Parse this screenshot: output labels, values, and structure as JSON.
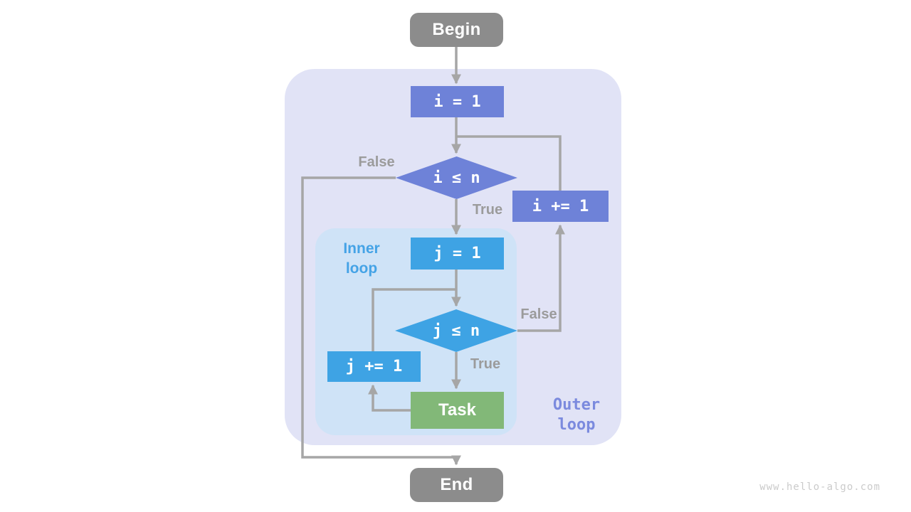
{
  "colors": {
    "periwinkle": "#6e82d8",
    "blue": "#3ea3e4",
    "green": "#82b878",
    "gray_node": "#8c8c8c",
    "connector": "#a6a6a6",
    "outer_region_bg": "#e1e3f6",
    "inner_region_bg": "#cfe3f7",
    "label_gray": "#9b9b9b",
    "inner_label": "#45a3e6",
    "outer_label": "#7b8ade",
    "watermark": "#cbcbcb"
  },
  "diagram": {
    "nodes": {
      "begin": "Begin",
      "init_i": "i = 1",
      "cond_i": "i ≤ n",
      "incr_i": "i += 1",
      "init_j": "j = 1",
      "cond_j": "j ≤ n",
      "incr_j": "j += 1",
      "task": "Task",
      "end": "End"
    },
    "edge_labels": {
      "outer_false": "False",
      "outer_true": "True",
      "inner_false": "False",
      "inner_true": "True"
    },
    "region_labels": {
      "inner_line1": "Inner",
      "inner_line2": "loop",
      "outer_line1": "Outer",
      "outer_line2": "loop"
    },
    "edges": [
      {
        "from": "begin",
        "to": "init_i",
        "label": ""
      },
      {
        "from": "init_i",
        "to": "cond_i",
        "label": ""
      },
      {
        "from": "cond_i",
        "to": "init_j",
        "label": "True"
      },
      {
        "from": "cond_i",
        "to": "end",
        "label": "False"
      },
      {
        "from": "init_j",
        "to": "cond_j",
        "label": ""
      },
      {
        "from": "cond_j",
        "to": "task",
        "label": "True"
      },
      {
        "from": "cond_j",
        "to": "incr_i",
        "label": "False"
      },
      {
        "from": "task",
        "to": "incr_j",
        "label": ""
      },
      {
        "from": "incr_j",
        "to": "cond_j",
        "label": ""
      },
      {
        "from": "incr_i",
        "to": "cond_i",
        "label": ""
      }
    ]
  },
  "page": {
    "watermark": "www.hello-algo.com"
  }
}
